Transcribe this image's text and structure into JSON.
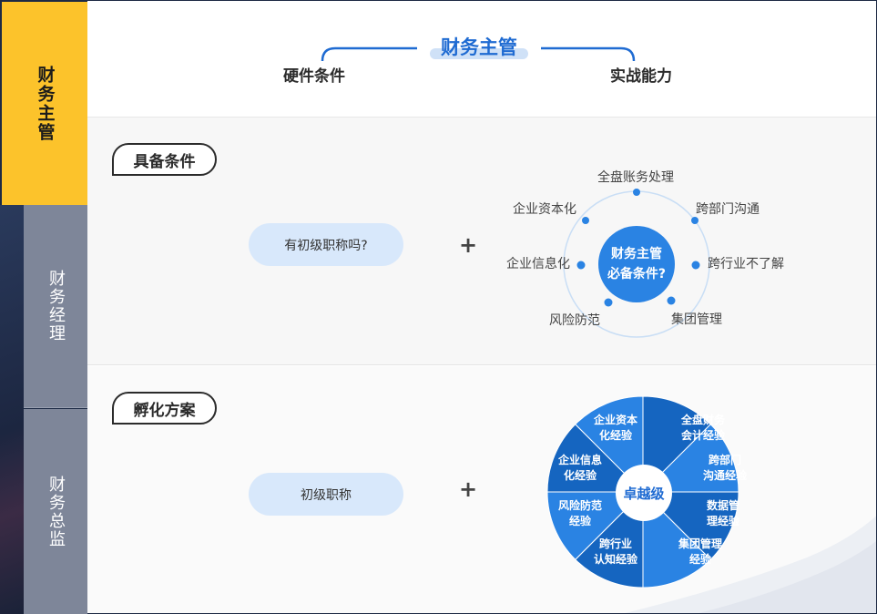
{
  "sidebar": {
    "tabs": [
      {
        "label": "财务主管",
        "active": true
      },
      {
        "label": "财务经理",
        "active": false
      },
      {
        "label": "财务总监",
        "active": false
      }
    ]
  },
  "header": {
    "title": "财务主管",
    "left_subtitle": "硬件条件",
    "right_subtitle": "实战能力"
  },
  "requirements": {
    "tag": "具备条件",
    "question": "有初级职称吗?",
    "plus": "+",
    "center_line1": "财务主管",
    "center_line2": "必备条件?",
    "orbit_items": [
      "全盘账务处理",
      "跨部门沟通",
      "跨行业不了解",
      "集团管理",
      "风险防范",
      "企业信息化",
      "企业资本化"
    ]
  },
  "incubation": {
    "tag": "孵化方案",
    "answer": "初级职称",
    "plus": "+",
    "center": "卓越级",
    "segments": [
      {
        "l1": "全盘财务",
        "l2": "会计经验"
      },
      {
        "l1": "跨部门",
        "l2": "沟通经验"
      },
      {
        "l1": "数据管",
        "l2": "理经验"
      },
      {
        "l1": "集团管理",
        "l2": "经验"
      },
      {
        "l1": "跨行业",
        "l2": "认知经验"
      },
      {
        "l1": "风险防范",
        "l2": "经验"
      },
      {
        "l1": "企业信息",
        "l2": "化经验"
      },
      {
        "l1": "企业资本",
        "l2": "化经验"
      }
    ]
  },
  "colors": {
    "accent": "#fcc32b",
    "primary_blue": "#1f6bd2",
    "wheel_dark": "#1565c0",
    "wheel_light": "#2a83e3"
  }
}
